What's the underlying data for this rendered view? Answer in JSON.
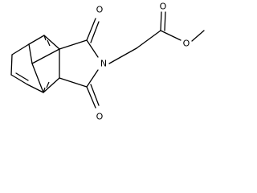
{
  "molecule": {
    "atom_labels": {
      "o_top_carbonyl": "O",
      "o_ester_carbonyl": "O",
      "o_ester_methoxy": "O",
      "n_imide": "N",
      "o_bottom_carbonyl": "O"
    },
    "colors": {
      "bond": "#000000",
      "label": "#000000",
      "background": "#ffffff"
    }
  }
}
